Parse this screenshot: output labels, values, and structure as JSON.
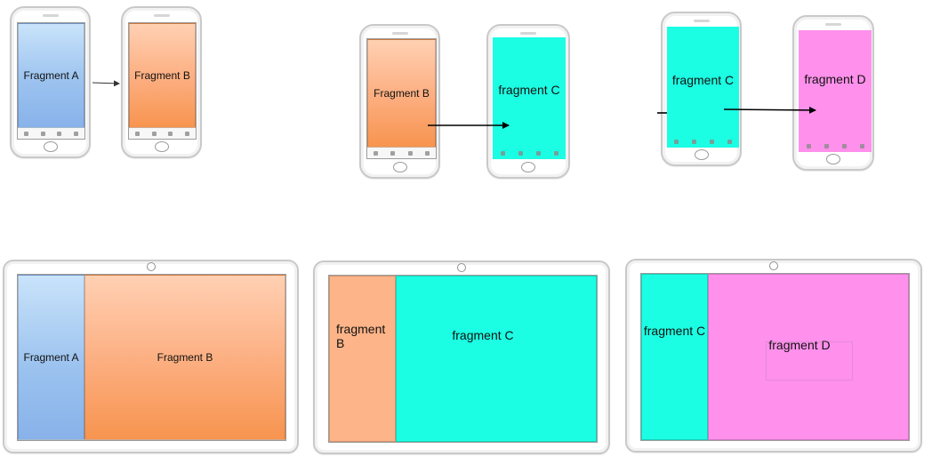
{
  "labels": {
    "fragment_a": "Fragment A",
    "fragment_b": "Fragment B",
    "fragment_c": "fragment C",
    "fragment_d": "fragment D",
    "fragment_b_line1": "fragment",
    "fragment_b_line2": "B"
  },
  "colors": {
    "fragment_a": "#9cc3ef",
    "fragment_b": "#fcad7e",
    "fragment_c": "#1cfee3",
    "fragment_d": "#ff90ec",
    "arrow": "#000000"
  },
  "icons": [
    "back-icon",
    "menu-icon",
    "home-icon",
    "search-icon"
  ]
}
